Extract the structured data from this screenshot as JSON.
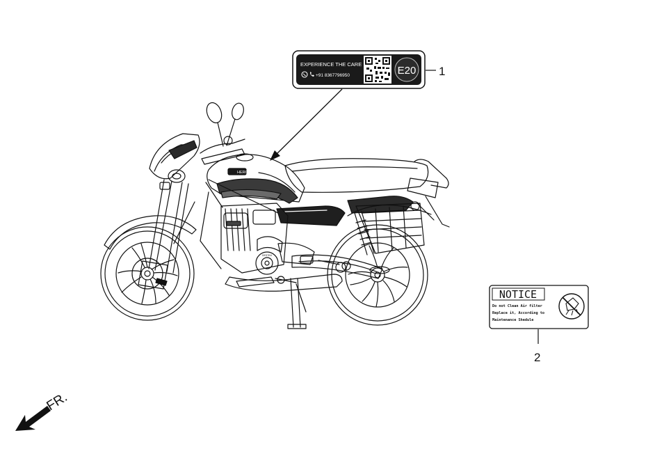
{
  "label1": {
    "tagline": "EXPERIENCE THE CARE",
    "phone": "+91 8367796950",
    "badge": "E20",
    "callout": "1"
  },
  "label2": {
    "title": "NOTICE",
    "line1": "Do not Clean Air filter",
    "line2": "Replace it, According to",
    "line3": "Maintenance Shedule",
    "callout": "2"
  },
  "motorcycle": {
    "brand_badge": "HERO",
    "engine_badge": "DESTINI"
  },
  "direction": {
    "text": "FR.",
    "icon": "arrow-front-icon"
  }
}
